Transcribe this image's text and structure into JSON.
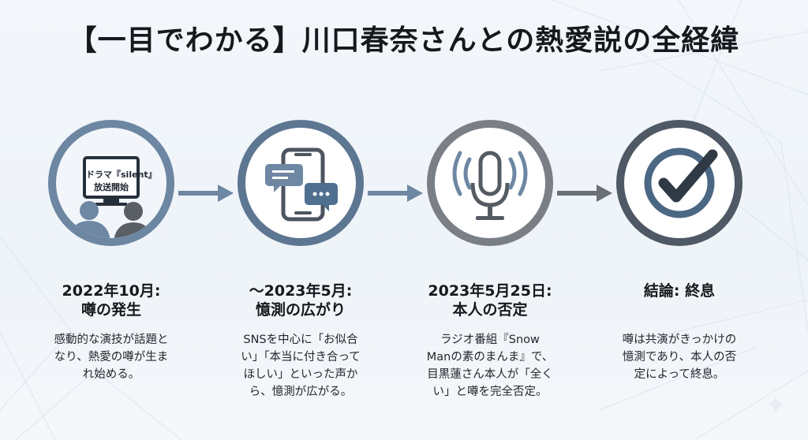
{
  "title": "【一目でわかる】川口春奈さんとの熱愛説の全経緯",
  "stages": [
    {
      "icon": "tv-viewers-icon",
      "icon_text": [
        "ドラマ『silent』",
        "放送開始"
      ],
      "heading": [
        "2022年10月:",
        "噂の発生"
      ],
      "description": [
        "感動的な演技が話題と",
        "なり、熱愛の噂が生ま",
        "れ始める。"
      ],
      "color": "#6d86a2"
    },
    {
      "icon": "smartphone-chat-icon",
      "heading": [
        "〜2023年5月:",
        "憶測の広がり"
      ],
      "description": [
        "SNSを中心に「お似合",
        "い」「本当に付き合って",
        "ほしい」といった声か",
        "ら、憶測が広がる。"
      ],
      "color": "#5d7692"
    },
    {
      "icon": "microphone-broadcast-icon",
      "heading": [
        "2023年5月25日:",
        "本人の否定"
      ],
      "description": [
        "ラジオ番組『Snow",
        "Manの素のまんま』で、",
        "目黒蓮さん本人が「全く",
        "い」と噂を完全否定。"
      ],
      "color": "#7a7f86"
    },
    {
      "icon": "checkmark-circle-icon",
      "heading": [
        "結論: 終息"
      ],
      "description": [
        "噂は共演がきっかけの",
        "憶測であり、本人の否",
        "定によって終息。"
      ],
      "color": "#4f5965"
    }
  ]
}
